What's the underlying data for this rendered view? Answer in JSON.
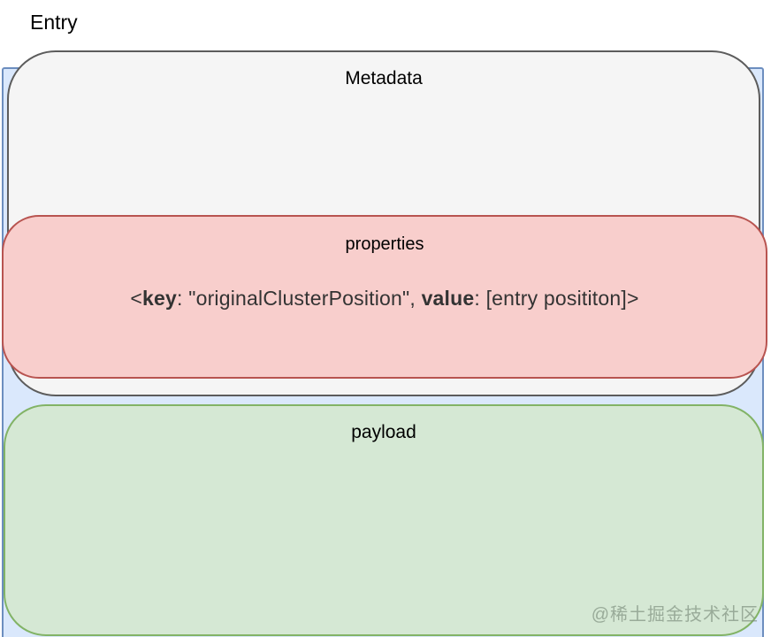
{
  "title": "Entry",
  "container": {
    "fill": "#dae8fc",
    "border_color": "#6c8ebf"
  },
  "boxes": {
    "metadata": {
      "label": "Metadata",
      "fill": "#f5f5f5",
      "border_color": "#5c5c5c"
    },
    "properties": {
      "label": "properties",
      "fill": "#f8cecc",
      "border_color": "#b85450",
      "content": {
        "open": "<",
        "key_label": "key",
        "key_rest": ": \"originalClusterPosition\", ",
        "value_label": "value",
        "value_rest": ": [entry posititon]>"
      }
    },
    "payload": {
      "label": "payload",
      "fill": "#d5e8d4",
      "border_color": "#82b366"
    }
  },
  "watermark": "@稀土掘金技术社区"
}
